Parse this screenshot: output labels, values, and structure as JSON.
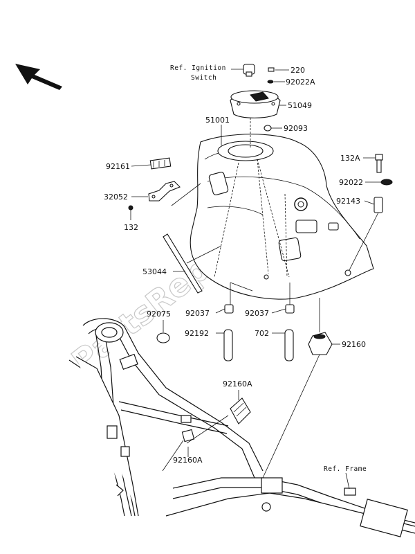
{
  "watermark": "PartsRepublik",
  "refs": {
    "ignition_line1": "Ref. Ignition",
    "ignition_line2": "Switch",
    "frame": "Ref. Frame"
  },
  "labels": {
    "p220": "220",
    "p92022A": "92022A",
    "p51049": "51049",
    "p92093": "92093",
    "p51001": "51001",
    "p132A": "132A",
    "p92022": "92022",
    "p92143": "92143",
    "p92161": "92161",
    "p32052": "32052",
    "p132": "132",
    "p53044": "53044",
    "p92037a": "92037",
    "p92037b": "92037",
    "p92192": "92192",
    "p702": "702",
    "p92075": "92075",
    "p92160": "92160",
    "p92160A_top": "92160A",
    "p92160A_bot": "92160A"
  }
}
